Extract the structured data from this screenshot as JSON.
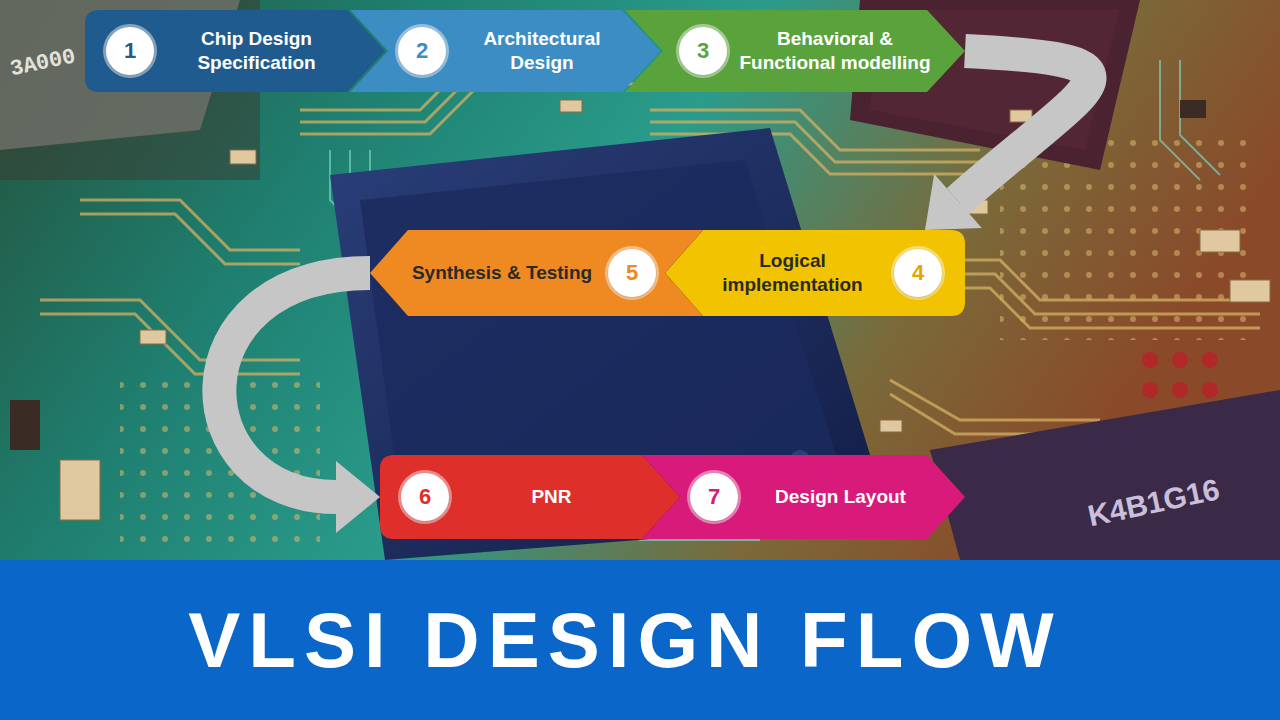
{
  "diagram": {
    "title": "VLSI DESIGN FLOW",
    "nodes": [
      {
        "text": [
          "Chip Design Specification"
        ]
      },
      {
        "text": [
          "1"
        ],
        "in": 0
      },
      {
        "text": [
          "Architectural Design"
        ]
      },
      {
        "text": [
          "2"
        ],
        "in": 2
      },
      {
        "text": [
          "Behavioral & Functional modelling"
        ]
      },
      {
        "text": [
          "3"
        ],
        "in": 4
      },
      {
        "text": [
          "Logical implementation"
        ]
      },
      {
        "text": [
          "4"
        ],
        "in": 6
      },
      {
        "text": [
          "Synthesis & Testing"
        ]
      },
      {
        "text": [
          "5"
        ],
        "in": 8
      },
      {
        "text": [
          "PNR"
        ]
      },
      {
        "text": [
          "6"
        ],
        "in": 10
      },
      {
        "text": [
          "Design Layout"
        ]
      },
      {
        "text": [
          "7"
        ],
        "in": 12
      }
    ],
    "edges": [
      {
        "from": 4,
        "to": 6,
        "arrow": "to"
      },
      {
        "from": 8,
        "to": 10,
        "arrow": "to"
      }
    ],
    "labels": [
      "3A000",
      "K4B1G16"
    ]
  }
}
